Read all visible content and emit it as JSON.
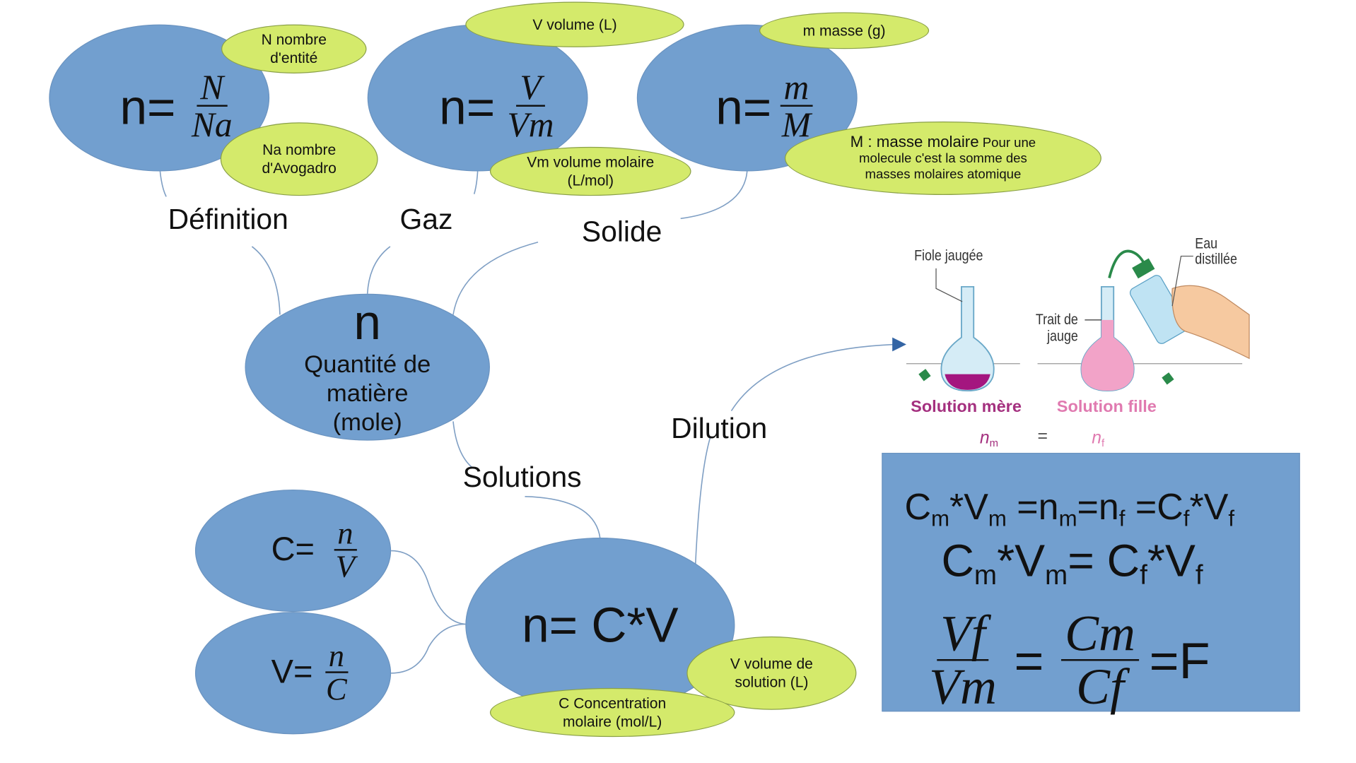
{
  "definition": {
    "label": "Définition",
    "prefix": "n=",
    "num": "N",
    "den": "Na",
    "note_top": "N nombre d'entité",
    "note_bottom": "Na nombre d'Avogadro"
  },
  "gaz": {
    "label": "Gaz",
    "prefix": "n=",
    "num": "V",
    "den": "Vm",
    "note_top": "V volume (L)",
    "note_bottom": "Vm volume molaire (L/mol)"
  },
  "solide": {
    "label": "Solide",
    "prefix": "n=",
    "num": "m",
    "den": "M",
    "note_top": "m masse (g)",
    "note_bottom_title": "M : masse molaire",
    "note_bottom": "Pour une molecule c'est la somme des masses molaires atomique"
  },
  "center": {
    "symbol": "n",
    "line1": "Quantité de",
    "line2": "matière",
    "line3": "(mole)"
  },
  "solutions": {
    "label": "Solutions",
    "formula": "n= C*V",
    "c_prefix": "C=",
    "c_num": "n",
    "c_den": "V",
    "v_prefix": "V=",
    "v_num": "n",
    "v_den": "C",
    "note_volume": "V volume de solution (L)",
    "note_concentration": "C Concentration molaire (mol/L)"
  },
  "dilution": {
    "label": "Dilution",
    "image": {
      "fiole": "Fiole jaugée",
      "eau": "Eau distillée",
      "trait": "Trait de jauge",
      "mere": "Solution mère",
      "fille": "Solution fille",
      "nm": "n",
      "nm_sub": "m",
      "equals": "=",
      "nf": "n",
      "nf_sub": "f"
    },
    "box": {
      "C": "C",
      "m": "m",
      "f": "f",
      "star": "*",
      "V": "V",
      "n": "n",
      "eq": "=",
      "vf": "Vf",
      "vm": "Vm",
      "cm": "Cm",
      "cf": "Cf",
      "F": "=F"
    }
  },
  "colors": {
    "ellipse": "#729fcf",
    "note": "#d4ea6b",
    "box": "#729fcf",
    "mere": "#a4307f",
    "fille": "#e07ab0"
  }
}
